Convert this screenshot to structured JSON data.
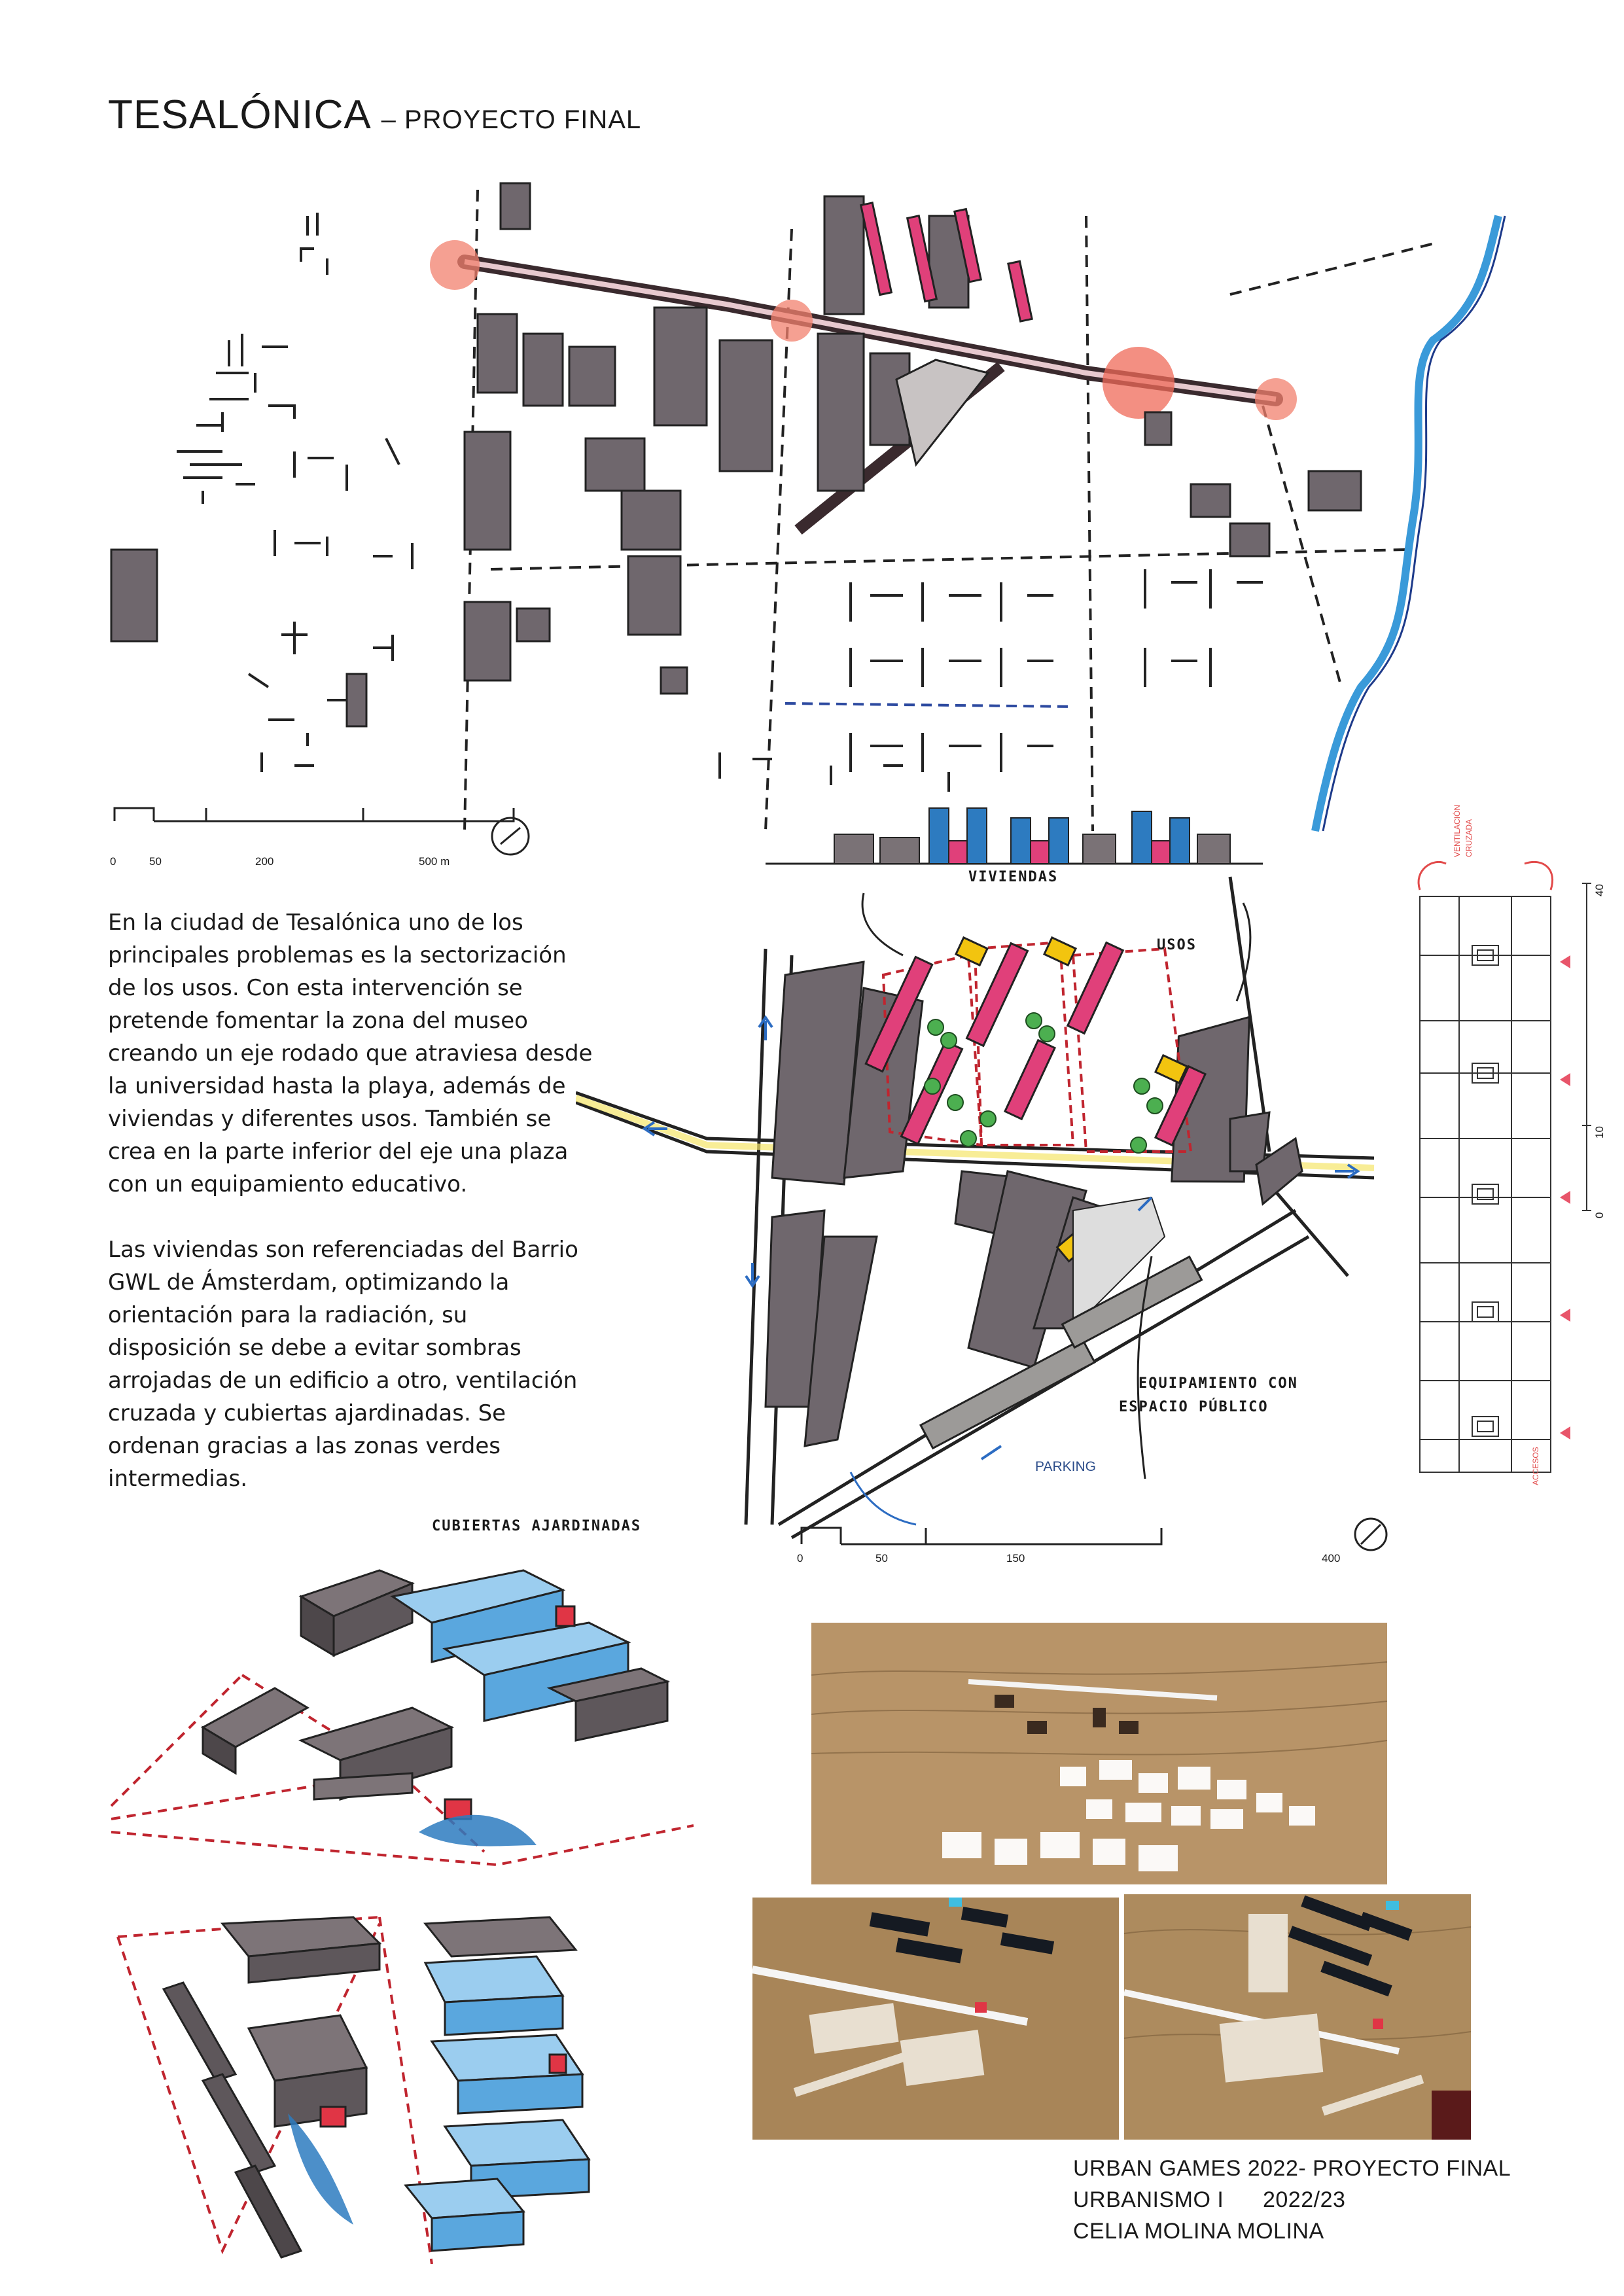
{
  "header": {
    "title": "TESALÓNICA",
    "subtitle": "– PROYECTO FINAL"
  },
  "site_plan": {
    "scale_labels": [
      "0",
      "50",
      "200",
      "500 m"
    ]
  },
  "description": {
    "paragraph1": "En la ciudad de Tesalónica uno de los principales problemas es la sectorización de los usos. Con esta intervención se pretende fomentar la zona del museo creando un eje rodado que atraviesa desde la universidad hasta la playa, además de viviendas y diferentes usos. También se crea en la parte inferior del eje una plaza con un equipamiento educativo.",
    "paragraph2": "Las viviendas son referenciadas del Barrio GWL de Ámsterdam, optimizando la orientación para la radiación, su disposición se debe a evitar sombras arrojadas de un edificio a otro, ventilación cruzada y cubiertas ajardinadas. Se ordenan gracias a las zonas verdes intermedias."
  },
  "detail_plan": {
    "label_viviendas": "VIVIENDAS",
    "label_usos": "USOS",
    "label_equipamiento_1": "EQUIPAMIENTO CON",
    "label_equipamiento_2": "ESPACIO PÚBLICO",
    "label_parking": "PARKING",
    "scale_labels": [
      "0",
      "50",
      "150",
      "400"
    ]
  },
  "section_diagram": {
    "top_label_1": "VENTILACIÓN",
    "top_label_2": "CRUZADA",
    "bottom_label": "ACCESOS",
    "scale_labels": [
      "40",
      "10",
      "0"
    ]
  },
  "axonometric": {
    "label": "CUBIERTAS AJARDINADAS"
  },
  "footer": {
    "line1": "URBAN GAMES 2022- PROYECTO FINAL",
    "line2": "URBANISMO I      2022/23",
    "line3": "CELIA MOLINA MOLINA"
  },
  "colors": {
    "building_grey": "#6f676d",
    "housing_pink": "#e0407a",
    "uses_yellow": "#f2c40f",
    "sea_blue": "#3a9ad9",
    "accent_red": "#e24a4a",
    "roof_blue": "#8fc7ea",
    "model_cardboard": "#b89468"
  }
}
